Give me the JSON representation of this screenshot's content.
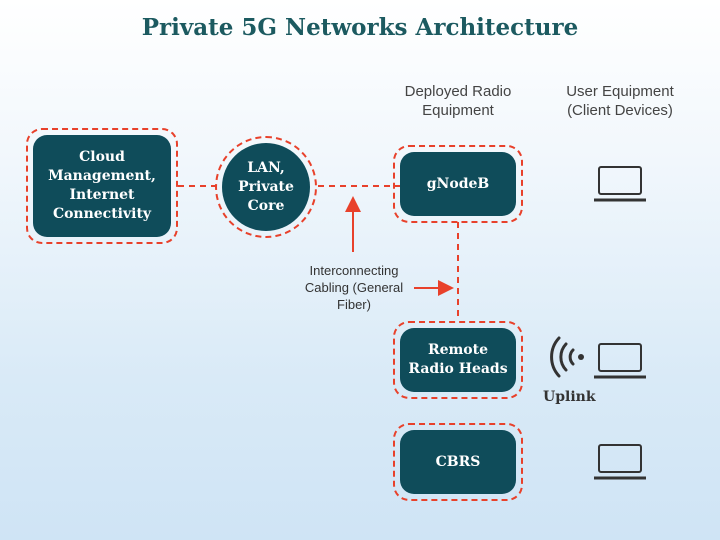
{
  "title": "Private 5G Networks Architecture",
  "columns": {
    "radio": "Deployed Radio Equipment",
    "ue": "User Equipment (Client Devices)"
  },
  "nodes": {
    "cloud": "Cloud Management, Internet Connectivity",
    "lan": "LAN, Private Core",
    "gnodeb": "gNodeB",
    "rrh": "Remote Radio Heads",
    "cbrs": "CBRS"
  },
  "cabling_label": "Interconnecting Cabling (General Fiber)",
  "uplink_label": "Uplink",
  "icons": [
    "laptop-icon",
    "wireless-signal-icon"
  ],
  "colors": {
    "title": "#1c5a60",
    "node_fill": "#0f4c5a",
    "dashed_outline": "#e8412b"
  }
}
